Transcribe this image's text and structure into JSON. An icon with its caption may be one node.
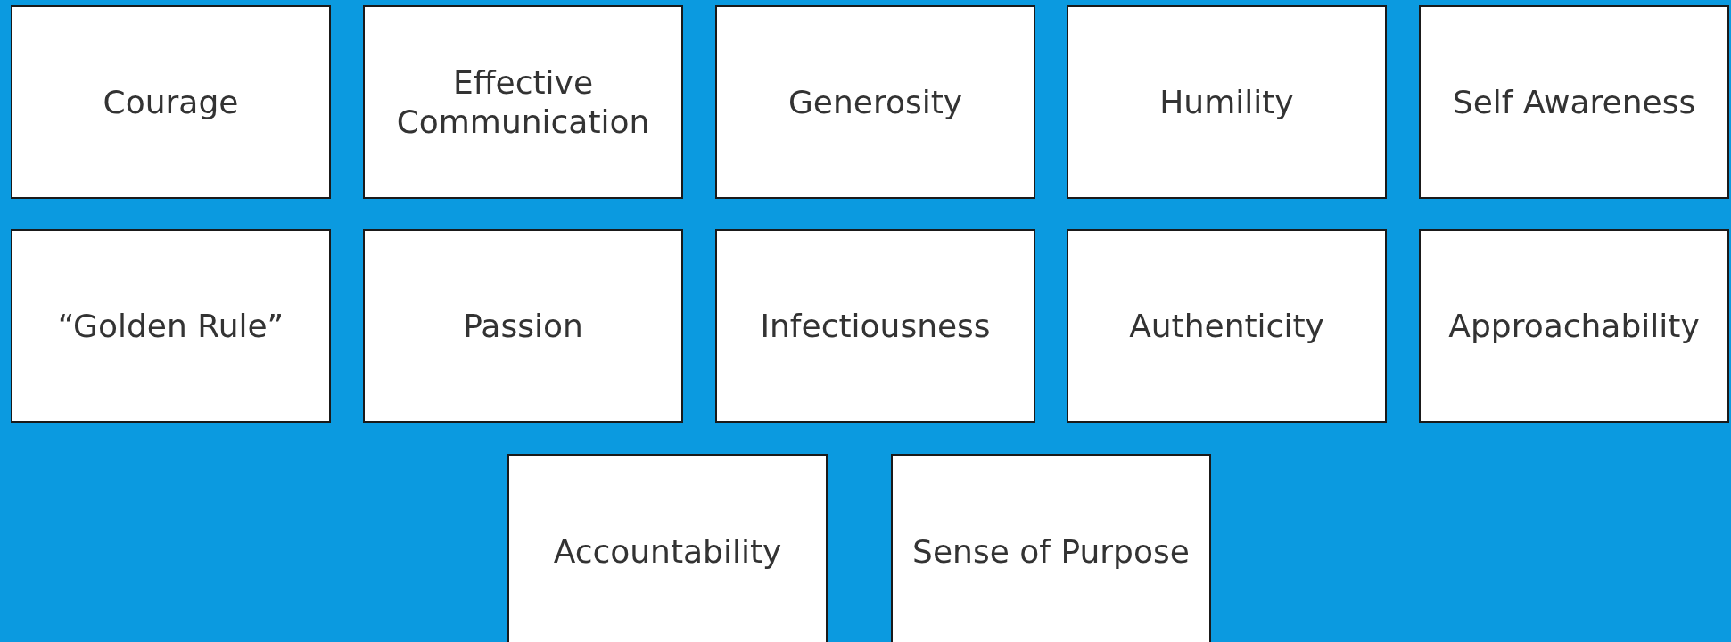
{
  "diagram": {
    "nodes": [
      {
        "text": [
          "Courage"
        ]
      },
      {
        "text": [
          "Effective Communication"
        ]
      },
      {
        "text": [
          "Generosity"
        ]
      },
      {
        "text": [
          "Humility"
        ]
      },
      {
        "text": [
          "Self Awareness"
        ]
      },
      {
        "text": [
          "“Golden Rule”"
        ]
      },
      {
        "text": [
          "Passion"
        ]
      },
      {
        "text": [
          "Infectiousness"
        ]
      },
      {
        "text": [
          "Authenticity"
        ]
      },
      {
        "text": [
          "Approachability"
        ]
      },
      {
        "text": [
          "Accountability"
        ]
      },
      {
        "text": [
          "Sense of Purpose"
        ]
      }
    ]
  }
}
